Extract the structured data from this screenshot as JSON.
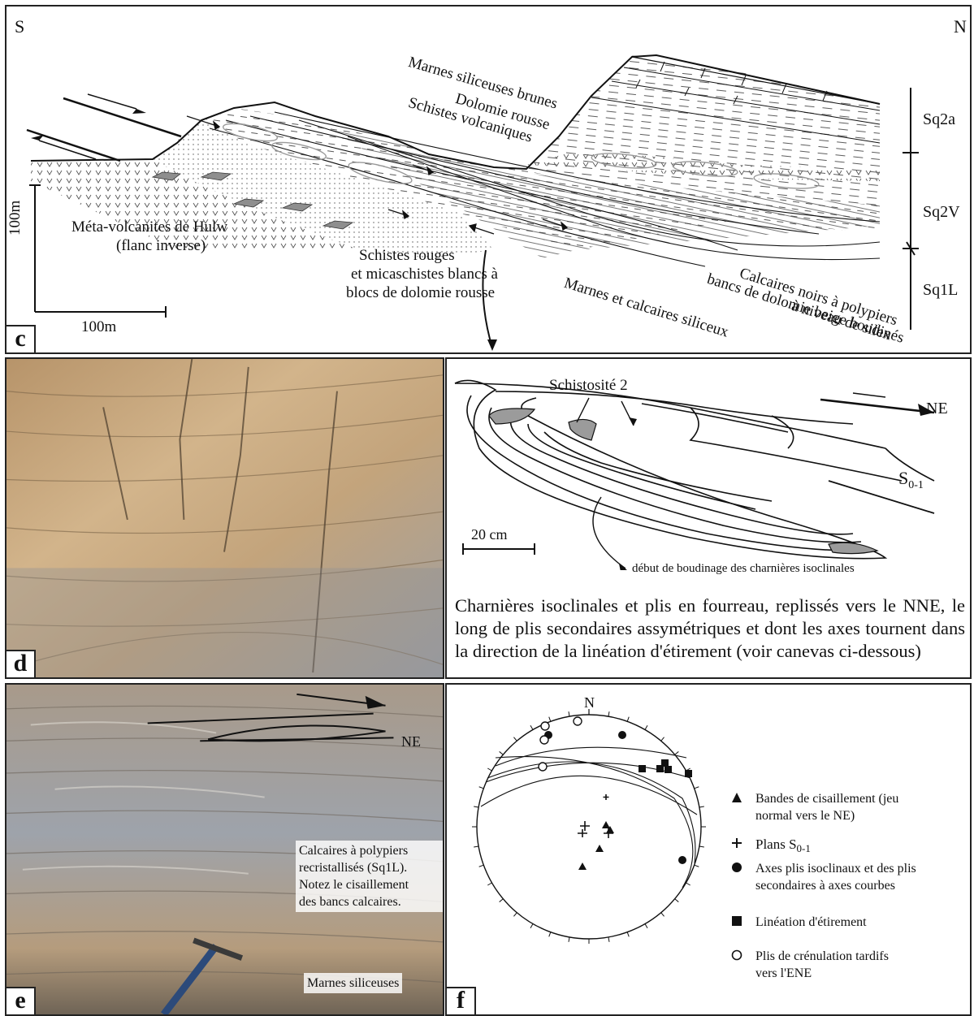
{
  "panel_c": {
    "label": "c",
    "south": "S",
    "north": "N",
    "labels": {
      "marnes_brunes": "Marnes siliceuses brunes",
      "dolomie_rousse": "Dolomie rousse",
      "schistes_volcaniques": "Schistes volcaniques",
      "meta_volcanites_1": "Méta-volcanites de Hulw",
      "meta_volcanites_2": "(flanc inverse)",
      "schistes_rouges_1": "Schistes rouges",
      "schistes_rouges_2": "et micaschistes blancs à",
      "schistes_rouges_3": "blocs de dolomie rousse",
      "marnes_calcaires": "Marnes et calcaires siliceux",
      "calcaires_noirs_1": "Calcaires noirs à polypiers",
      "calcaires_noirs_2": "bancs de dolomie beige boudinés",
      "calcaires_noirs_3": "à niveau de silex"
    },
    "scale_vertical": "100m",
    "scale_horizontal": "100m",
    "sequences": [
      "Sq2a",
      "Sq2V",
      "Sq1L"
    ]
  },
  "panel_d": {
    "label": "d",
    "schistosite": "Schistosité 2",
    "ne": "NE",
    "s01_main": "S",
    "s01_sub": "0-1",
    "scale": "20 cm",
    "boudinage": "début de boudinage des charnières isoclinales",
    "caption": "Charnières isoclinales et plis en fourreau, replissés vers le NNE, le long de plis secondaires assymétriques et dont les axes tournent dans  la direction de la linéation d'étirement (voir canevas ci-dessous)"
  },
  "panel_e": {
    "label": "e",
    "ne": "NE",
    "box1_line1": "Calcaires à polypiers",
    "box1_line2": "recristallisés (Sq1L).",
    "box1_line3": "Notez le cisaillement",
    "box1_line4": "des bancs calcaires.",
    "box2": "Marnes siliceuses"
  },
  "panel_f": {
    "label": "f",
    "north": "N",
    "legend": {
      "triangle_1": "Bandes de cisaillement (jeu",
      "triangle_2": "normal vers le NE)",
      "plus_main": "Plans S",
      "plus_sub": "0-1",
      "circle_1": "Axes plis isoclinaux et des plis",
      "circle_2": "secondaires à axes courbes",
      "square": "Linéation d'étirement",
      "open_1": "Plis de crénulation tardifs",
      "open_2": "vers l'ENE"
    },
    "symbol_names": {
      "triangle": "filled-triangle-icon",
      "plus": "plus-icon",
      "circle": "filled-circle-icon",
      "square": "filled-square-icon",
      "open": "open-circle-icon"
    }
  },
  "colors": {
    "border": "#222222",
    "hatch": "#444444",
    "lens_gray": "#9a9a9a",
    "photo_sand": "#c9a57a",
    "photo_gray": "#8a8f95"
  }
}
